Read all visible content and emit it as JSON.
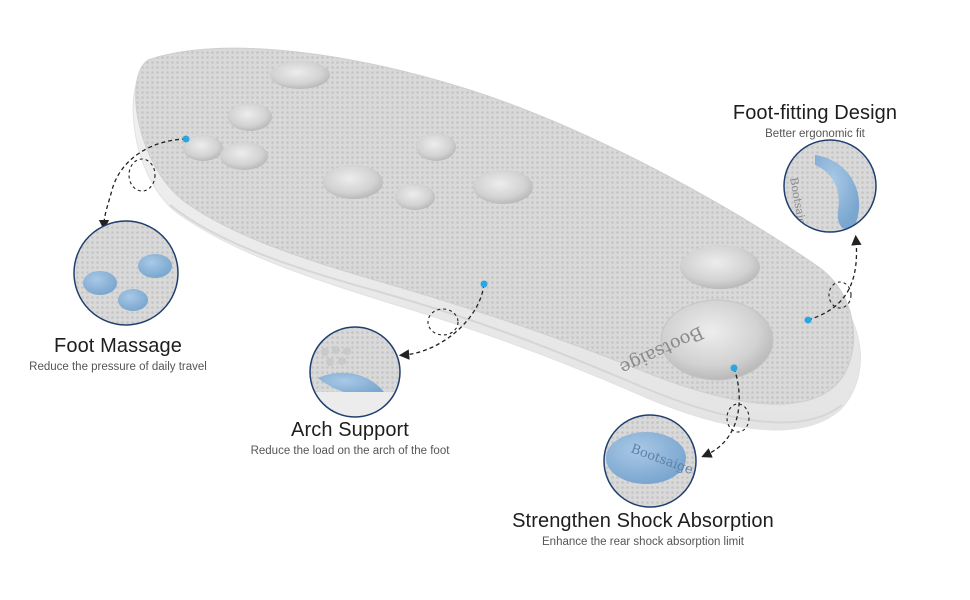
{
  "product": {
    "brand_mark": "Bootsaige"
  },
  "features": [
    {
      "title": "Foot Massage",
      "subtitle": "Reduce the pressure of daily travel"
    },
    {
      "title": "Arch Support",
      "subtitle": "Reduce the load on the arch of the foot"
    },
    {
      "title": "Strengthen Shock Absorption",
      "subtitle": "Enhance the rear shock absorption limit"
    },
    {
      "title": "Foot-fitting Design",
      "subtitle": "Better ergonomic fit"
    }
  ],
  "colors": {
    "accent_blue": "#8fb6d9",
    "marker_dot": "#2aa6e0",
    "circle_border": "#1f3f6e",
    "insole_mesh": "#dadada"
  }
}
